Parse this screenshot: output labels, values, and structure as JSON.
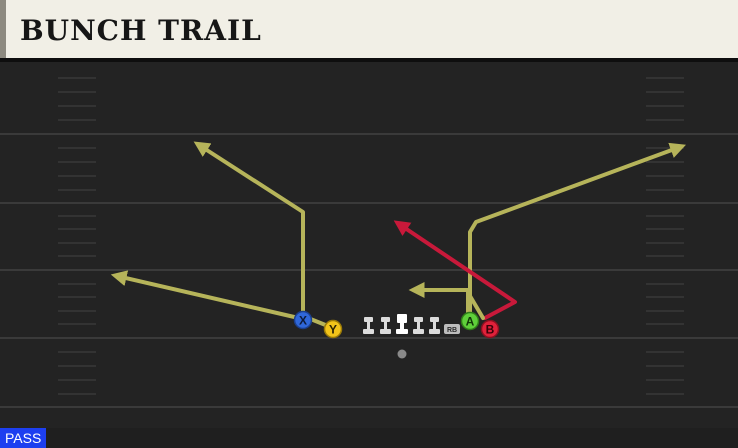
{
  "play": {
    "name": "BUNCH TRAIL",
    "type_tag": "PASS"
  },
  "colors": {
    "field": "#232323",
    "yard_line": "#3a3a3a",
    "route": "#b6b45a",
    "hot_route": "#c8193a",
    "header_bg": "#f1efe6",
    "tag_bg": "#1d3ff0"
  },
  "players": [
    {
      "role": "receiver",
      "icon": "x-button-icon",
      "label": "X",
      "color": "#2f67d9"
    },
    {
      "role": "receiver",
      "icon": "y-button-icon",
      "label": "Y",
      "color": "#f2c41a"
    },
    {
      "role": "receiver",
      "icon": "a-button-icon",
      "label": "A",
      "color": "#5fcf3a"
    },
    {
      "role": "receiver",
      "icon": "b-button-icon",
      "label": "B",
      "color": "#e0213a"
    },
    {
      "role": "lineman",
      "icon": "offensive-lineman-icon"
    },
    {
      "role": "lineman",
      "icon": "offensive-lineman-icon"
    },
    {
      "role": "center",
      "icon": "center-icon"
    },
    {
      "role": "lineman",
      "icon": "offensive-lineman-icon"
    },
    {
      "role": "lineman",
      "icon": "offensive-lineman-icon"
    },
    {
      "role": "running-back",
      "icon": "running-back-icon",
      "label": "RB"
    },
    {
      "role": "quarterback",
      "icon": "quarterback-dot-icon"
    }
  ]
}
